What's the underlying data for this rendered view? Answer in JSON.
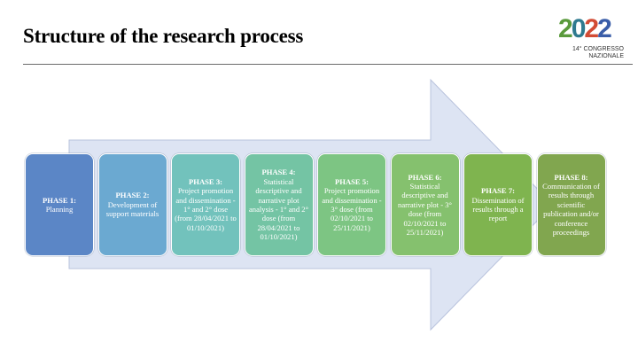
{
  "title": "Structure of the research process",
  "logo": {
    "year_digits": [
      "2",
      "0",
      "2",
      "2"
    ],
    "line1": "14° CONGRESSO",
    "line2": "NAZIONALE"
  },
  "colors": {
    "arrow_fill": "#dde4f3",
    "arrow_stroke": "#b9c3dd",
    "phase_colors": [
      "#5b86c6",
      "#6ba9d1",
      "#72c2bc",
      "#74c4a4",
      "#7dc583",
      "#85c16e",
      "#7fb44f",
      "#81a64f"
    ]
  },
  "phases": [
    {
      "name": "PHASE 1:",
      "text": "Planning"
    },
    {
      "name": "PHASE 2:",
      "text": "Development of support materials"
    },
    {
      "name": "PHASE 3:",
      "text": "Project promotion and dissemination - 1° and 2° dose (from 28/04/2021 to 01/10/2021)"
    },
    {
      "name": "PHASE 4:",
      "text": "Statistical descriptive and narrative plot analysis - 1° and 2° dose (from 28/04/2021 to 01/10/2021)"
    },
    {
      "name": "PHASE 5:",
      "text": "Project promotion and dissemination - 3° dose (from 02/10/2021 to 25/11/2021)"
    },
    {
      "name": "PHASE 6:",
      "text": "Statistical descriptive and narrative plot - 3° dose (from 02/10/2021 to 25/11/2021)"
    },
    {
      "name": "PHASE 7:",
      "text": "Dissemination of results through a report"
    },
    {
      "name": "PHASE 8:",
      "text": "Communication of results through scientific publication and/or conference proceedings"
    }
  ]
}
